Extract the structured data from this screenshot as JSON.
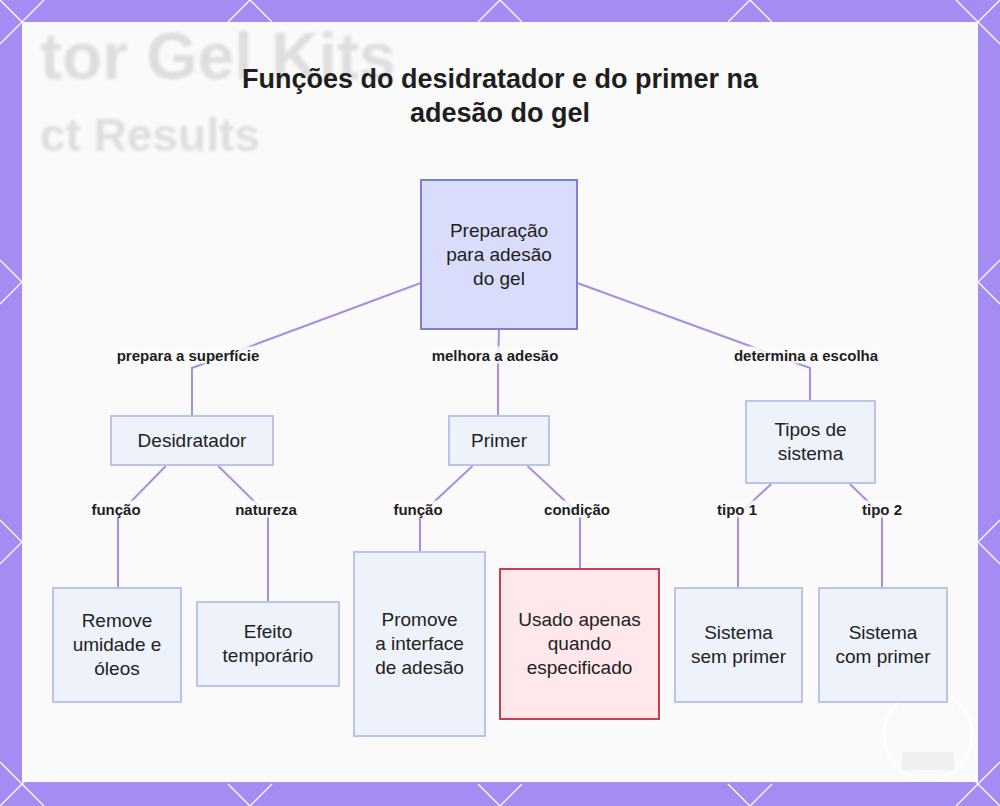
{
  "diagram": {
    "title": "Funções do desidratador e do primer na adesão do gel",
    "nodes": [
      {
        "text": [
          "Preparação para adesão do gel"
        ]
      },
      {
        "text": [
          "Desidratador"
        ]
      },
      {
        "text": [
          "Primer"
        ]
      },
      {
        "text": [
          "Tipos de sistema"
        ]
      },
      {
        "text": [
          "Remove umidade e óleos"
        ]
      },
      {
        "text": [
          "Efeito temporário"
        ]
      },
      {
        "text": [
          "Promove a interface de adesão"
        ]
      },
      {
        "text": [
          "Usado apenas quando especificado"
        ]
      },
      {
        "text": [
          "Sistema sem primer"
        ]
      },
      {
        "text": [
          "Sistema com primer"
        ]
      }
    ],
    "edges": [
      {
        "from": 0,
        "to": 1,
        "label": "prepara a superfície",
        "arrow": "none"
      },
      {
        "from": 0,
        "to": 2,
        "label": "melhora a adesão",
        "arrow": "none"
      },
      {
        "from": 0,
        "to": 3,
        "label": "determina a escolha",
        "arrow": "none"
      },
      {
        "from": 1,
        "to": 4,
        "label": "função",
        "arrow": "none"
      },
      {
        "from": 1,
        "to": 5,
        "label": "natureza",
        "arrow": "none"
      },
      {
        "from": 2,
        "to": 6,
        "label": "função",
        "arrow": "none"
      },
      {
        "from": 2,
        "to": 7,
        "label": "condição",
        "arrow": "none"
      },
      {
        "from": 3,
        "to": 8,
        "label": "tipo 1",
        "arrow": "none"
      },
      {
        "from": 3,
        "to": 9,
        "label": "tipo 2",
        "arrow": "none"
      }
    ],
    "labels": [
      "tor Gel Kits",
      "ct Results"
    ]
  }
}
